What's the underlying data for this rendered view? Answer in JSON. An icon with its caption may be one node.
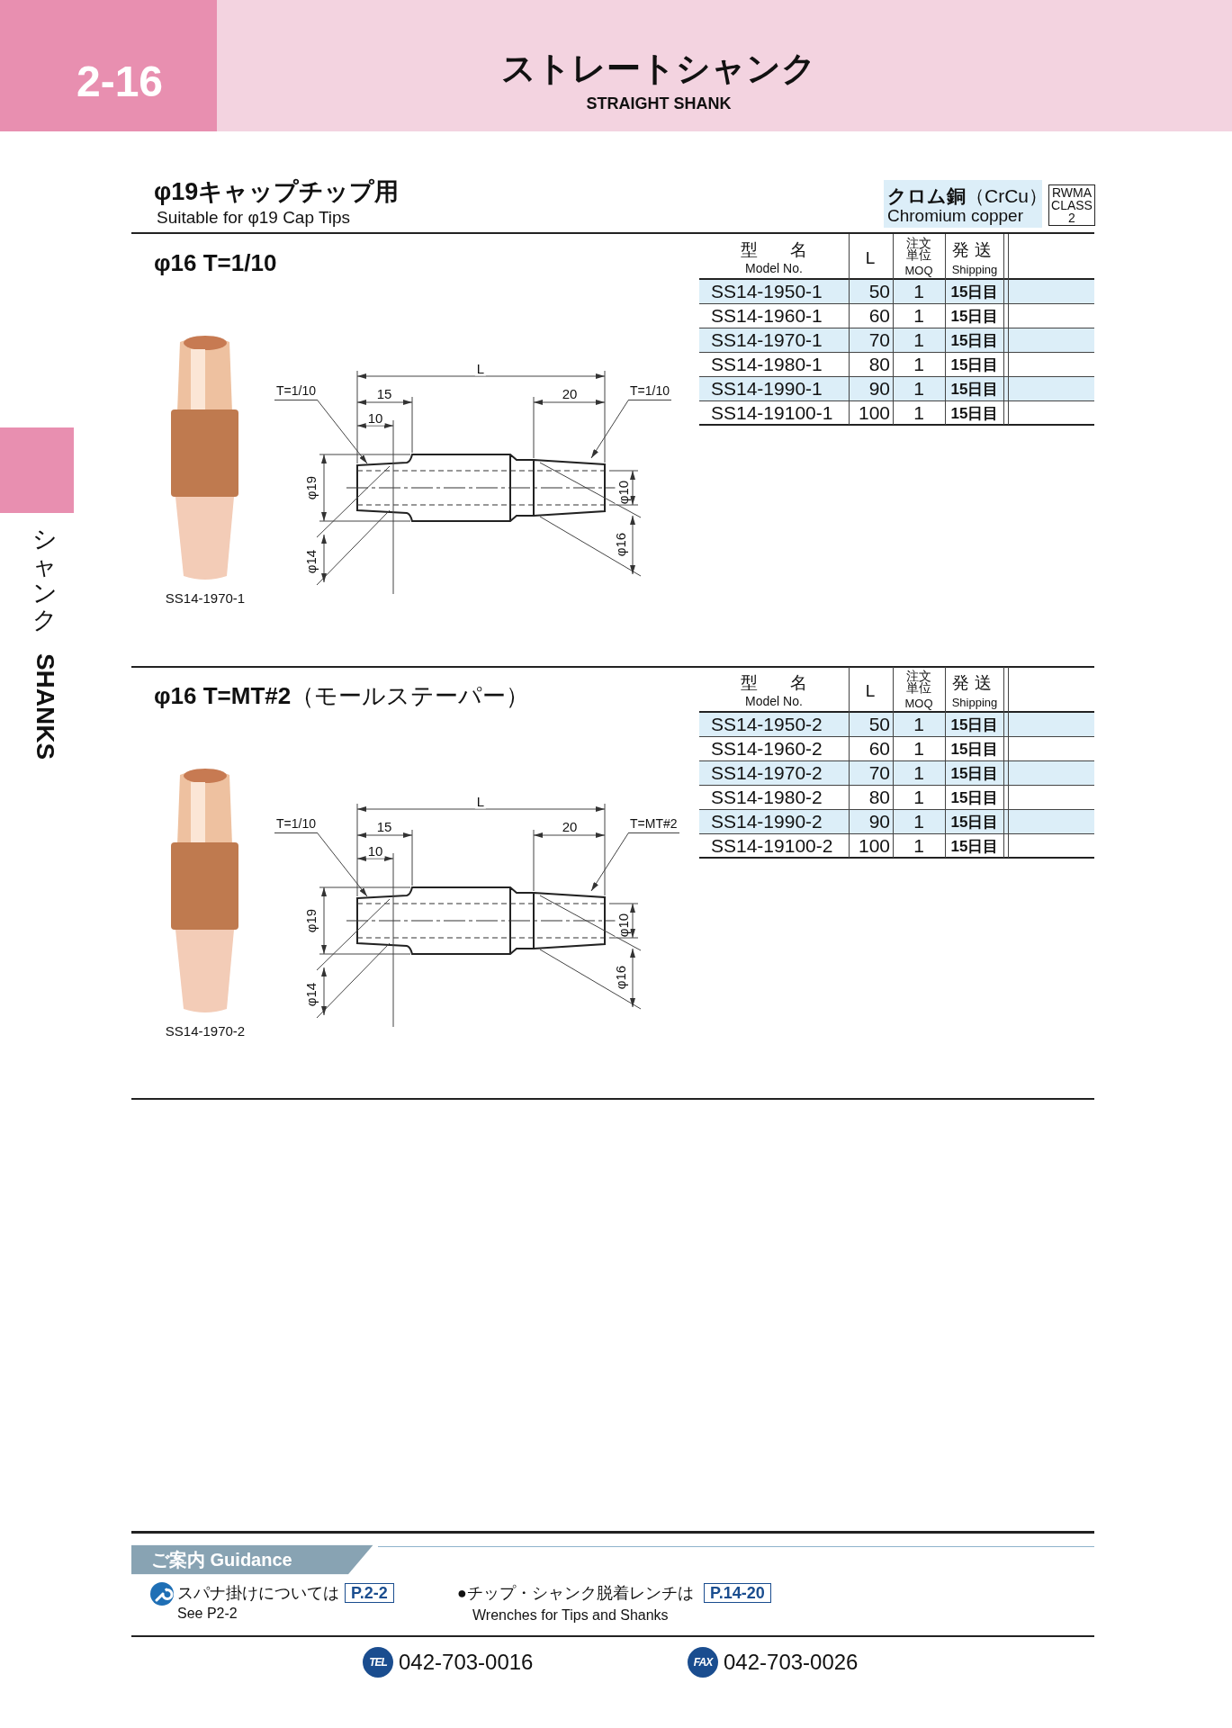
{
  "diagram": {
    "title": "ストレートシャンク",
    "nodes": [
      {
        "text": [
          "T=1/10"
        ]
      },
      {
        "text": [
          "T=1/10"
        ]
      },
      {
        "text": [
          "T=1/10"
        ]
      },
      {
        "text": [
          "T=MT#2"
        ]
      },
      {
        "text": [],
        "shape": "box"
      }
    ],
    "edges": [
      {
        "from": 0,
        "to": null,
        "arrow": "to"
      },
      {
        "from": 1,
        "to": null,
        "arrow": "to"
      },
      {
        "from": 2,
        "to": null,
        "arrow": "to"
      },
      {
        "from": 3,
        "to": null,
        "arrow": "to"
      }
    ],
    "labels": [
      "2-16",
      "STRAIGHT SHANK",
      "φ19キャップチップ用",
      "Suitable for φ19 Cap Tips",
      "**クロム銅**（CrCu）",
      "Chromium copper",
      "RWMA CLASS 2",
      "φ16 T=1/10",
      "型 名",
      "Model No.",
      "L",
      "注文単位",
      "MOQ",
      "発送",
      "Shipping",
      "SS14-1950-1",
      "50",
      "1",
      "15日目",
      "SS14-1960-1",
      "60",
      "1",
      "15日目",
      "SS14-1970-1",
      "70",
      "1",
      "15日目",
      "SS14-1980-1",
      "80",
      "1",
      "15日目",
      "SS14-1990-1",
      "90",
      "1",
      "15日目",
      "SS14-19100-1",
      "100",
      "1",
      "15日目",
      "SS14-1970-1",
      "L",
      "15",
      "20",
      "10",
      "φ19",
      "φ10",
      "φ14",
      "φ16",
      "**φ16 T=MT#2**（モールステーパー）",
      "型 名",
      "Model No.",
      "L",
      "注文単位",
      "MOQ",
      "発送",
      "Shipping",
      "SS14-1950-2",
      "50",
      "1",
      "15日目",
      "SS14-1960-2",
      "60",
      "1",
      "15日目",
      "SS14-1970-2",
      "70",
      "1",
      "15日目",
      "SS14-1980-2",
      "80",
      "1",
      "15日目",
      "SS14-1990-2",
      "90",
      "1",
      "15日目",
      "SS14-19100-2",
      "100",
      "1",
      "15日目",
      "SS14-1970-2",
      "L",
      "15",
      "20",
      "10",
      "φ19",
      "φ10",
      "φ14",
      "φ16",
      "ご案内 Guidance",
      "スパナ掛けについては",
      "P.2-2",
      "See P2-2",
      "●チップ・シャンク脱着レンチは",
      "P.14-20",
      "Wrenches for Tips and Shanks",
      "TEL",
      "042-703-0016",
      "FAX",
      "042-703-0026",
      "シャンク",
      "SHANKS"
    ]
  }
}
